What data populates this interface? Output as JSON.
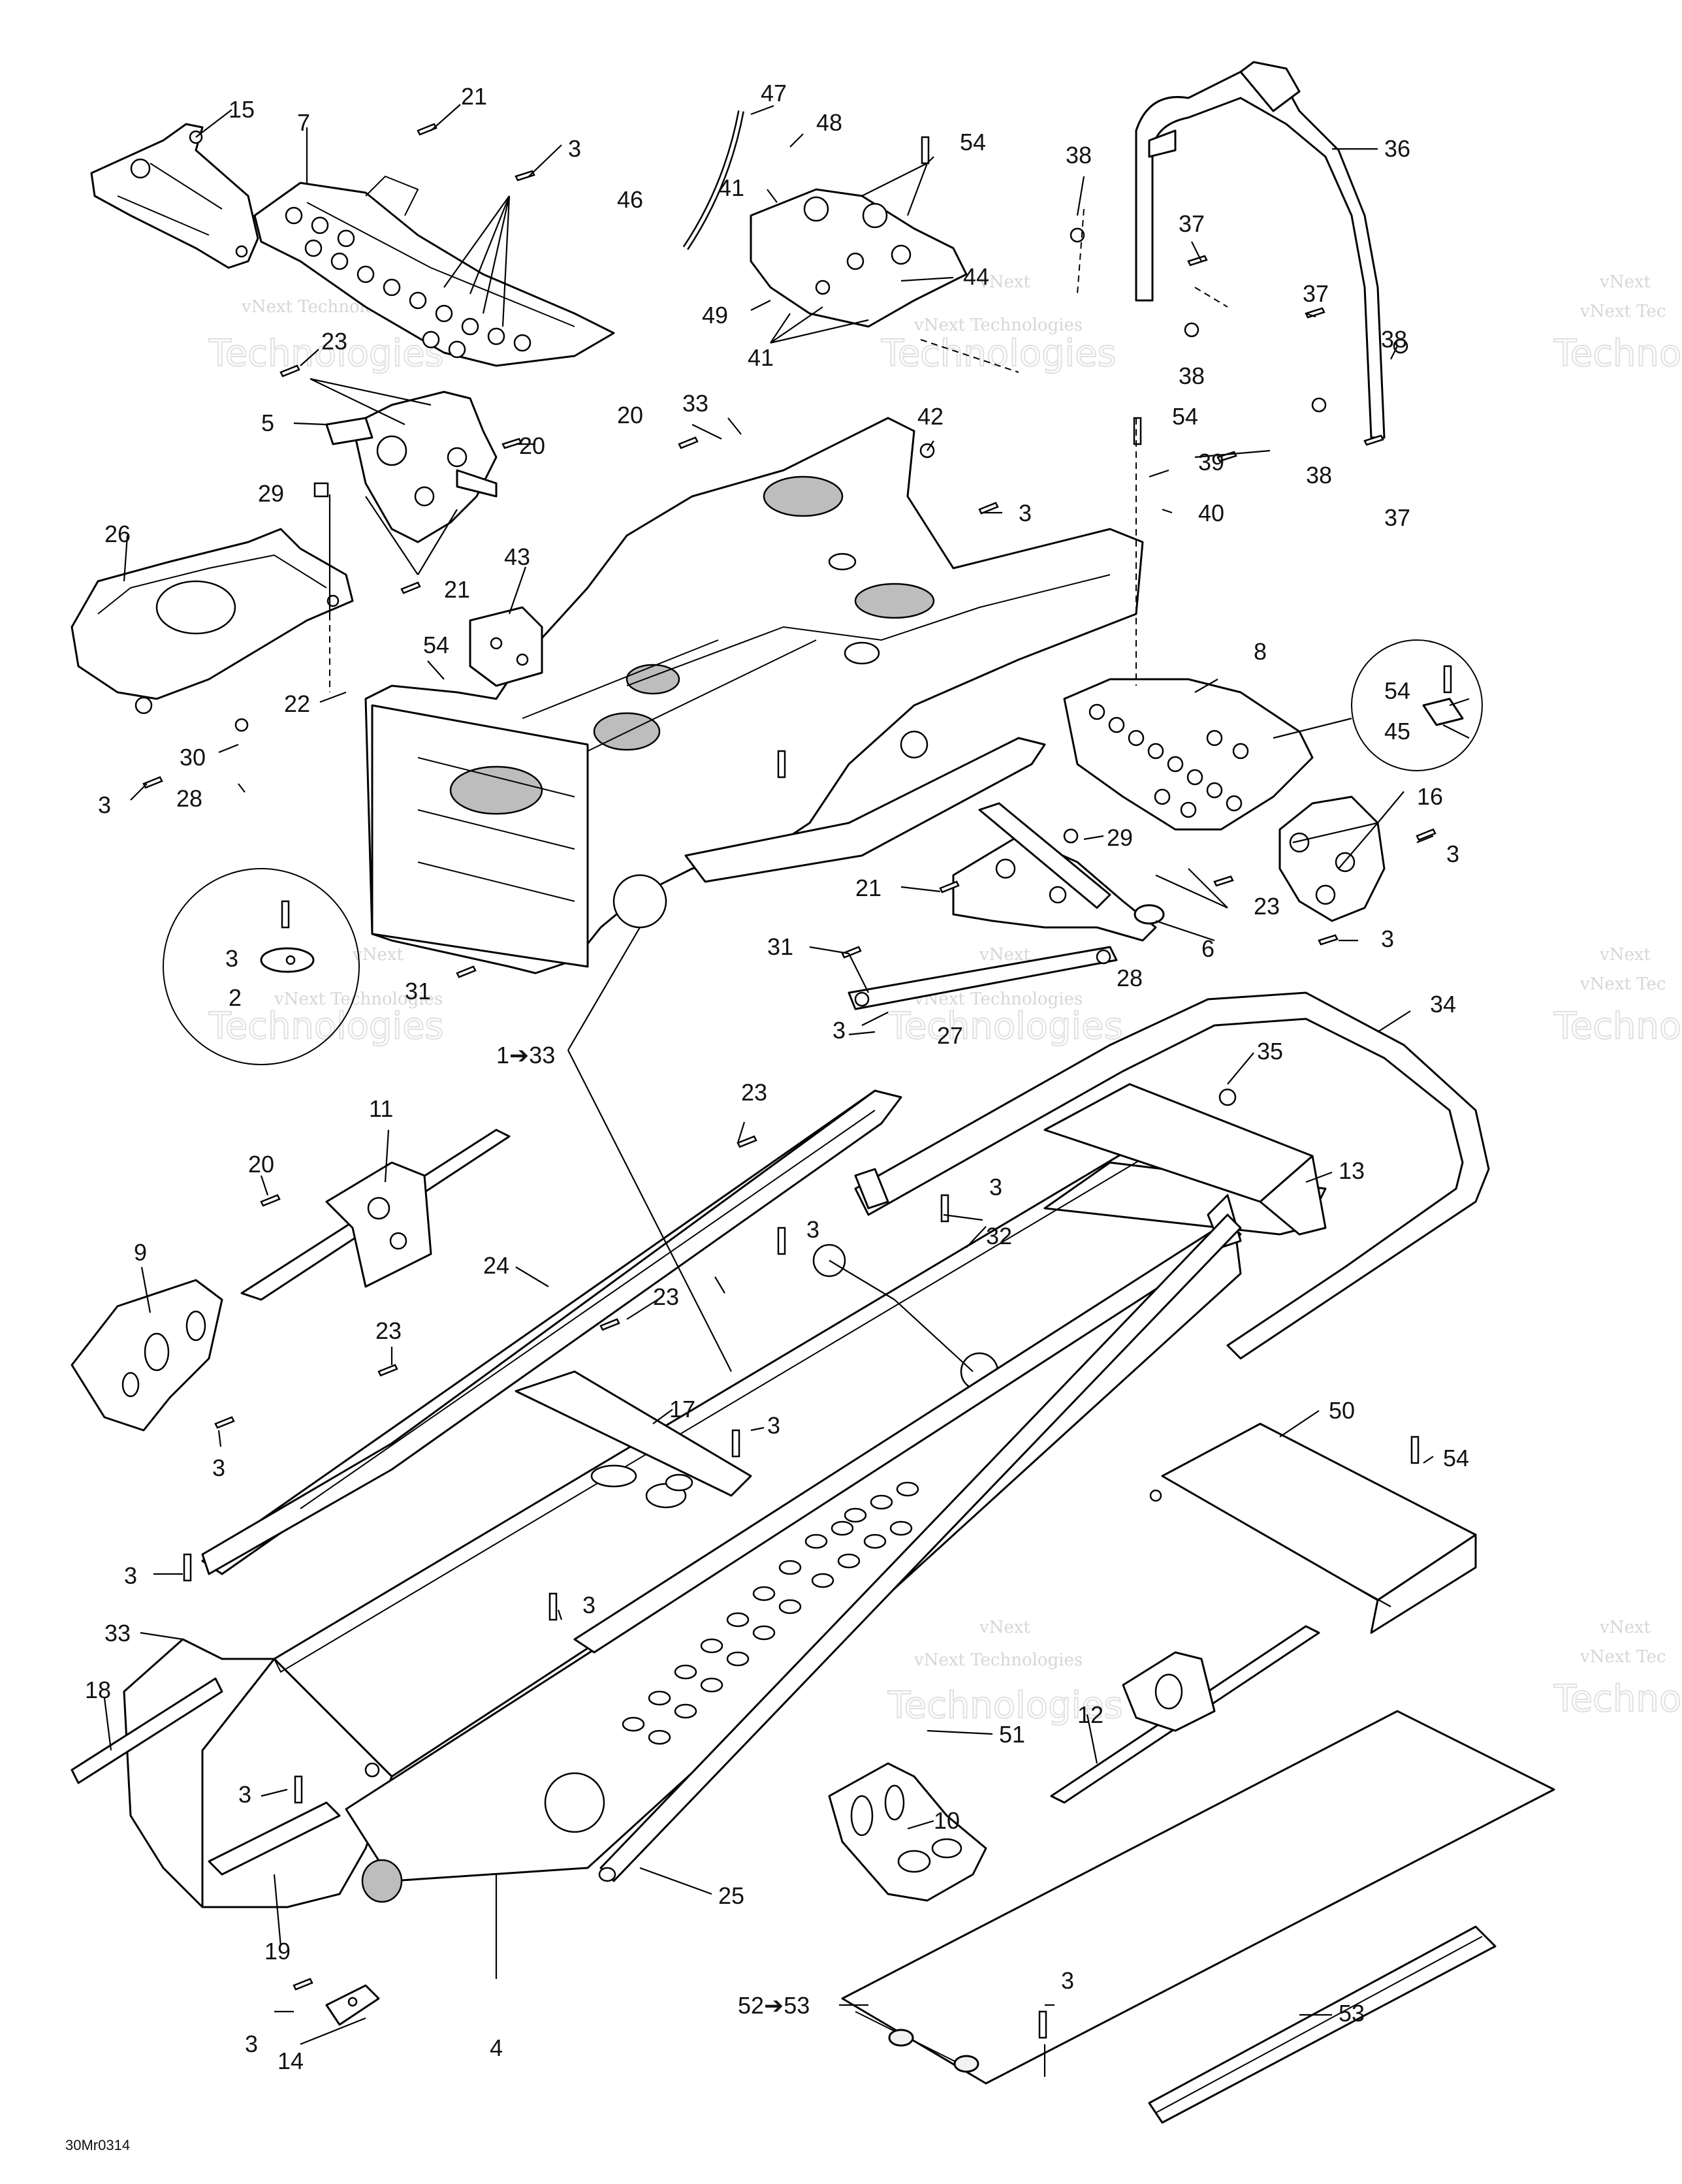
{
  "diagram": {
    "reference_code": "30Mr0314",
    "watermark": {
      "line1": "vNext",
      "line2": "vNext Technologies",
      "line3": "Technologies",
      "edge1": "vNext",
      "edge2": "vNext Tec",
      "edge3": "Techno"
    },
    "callouts": {
      "c1_33": "1➔33",
      "c2": "2",
      "c3": "3",
      "c4": "4",
      "c5": "5",
      "c6": "6",
      "c7": "7",
      "c8": "8",
      "c9": "9",
      "c10": "10",
      "c11": "11",
      "c12": "12",
      "c13": "13",
      "c14": "14",
      "c15": "15",
      "c16": "16",
      "c17": "17",
      "c18": "18",
      "c19": "19",
      "c20": "20",
      "c21": "21",
      "c22": "22",
      "c23": "23",
      "c24": "24",
      "c25": "25",
      "c26": "26",
      "c27": "27",
      "c28": "28",
      "c29": "29",
      "c30": "30",
      "c31": "31",
      "c32": "32",
      "c33": "33",
      "c34": "34",
      "c35": "35",
      "c36": "36",
      "c37": "37",
      "c38": "38",
      "c39": "39",
      "c40": "40",
      "c41": "41",
      "c42": "42",
      "c43": "43",
      "c44": "44",
      "c45": "45",
      "c46": "46",
      "c47": "47",
      "c48": "48",
      "c49": "49",
      "c50": "50",
      "c51": "51",
      "c52_53": "52➔53",
      "c53": "53",
      "c54": "54"
    }
  }
}
